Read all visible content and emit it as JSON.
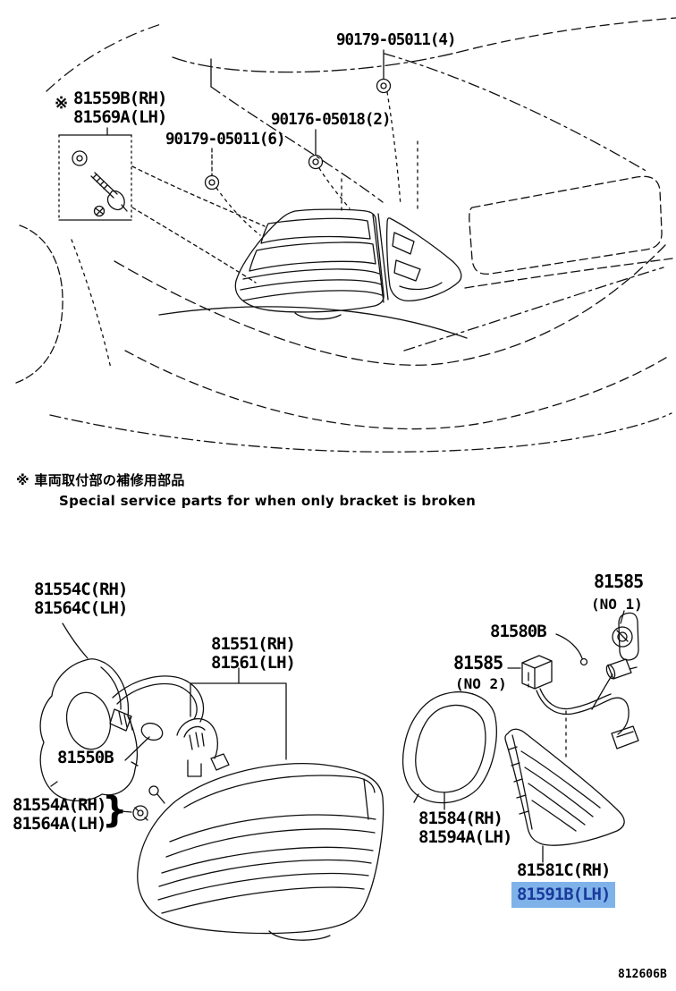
{
  "diagram": {
    "code": "812606B",
    "note": {
      "line1_jp": "※ 車両取付部の補修用部品",
      "line2_en": "Special service parts for when only bracket is broken"
    },
    "colors": {
      "background": "#ffffff",
      "line": "#111111",
      "highlight_bg": "#7fb2e9",
      "highlight_text": "#1a3a9c"
    },
    "labels": {
      "nut_4": "90179-05011(4)",
      "special_bracket_marker": "※",
      "special_bracket_rh": "81559B(RH)",
      "special_bracket_lh": "81569A(LH)",
      "bolt_2": "90176-05018(2)",
      "nut_6": "90179-05011(6)",
      "finish_panel_rh": "81554C(RH)",
      "finish_panel_lh": "81564C(LH)",
      "outer_lamp_rh": "81551(RH)",
      "outer_lamp_lh": "81561(LH)",
      "socket_no1": "81585",
      "socket_no1_sub": "(NO 1)",
      "socket_cord": "81580B",
      "socket_no2": "81585",
      "socket_no2_sub": "(NO 2)",
      "service_cord": "81550B",
      "grommet_rh": "81554A(RH)",
      "grommet_lh": "81564A(LH)",
      "grommet_brace": "}",
      "gasket_rh": "81584(RH)",
      "gasket_lh": "81594A(LH)",
      "inner_lamp_rh": "81581C(RH)",
      "inner_lamp_lh_selected": "81591B(LH)"
    }
  }
}
